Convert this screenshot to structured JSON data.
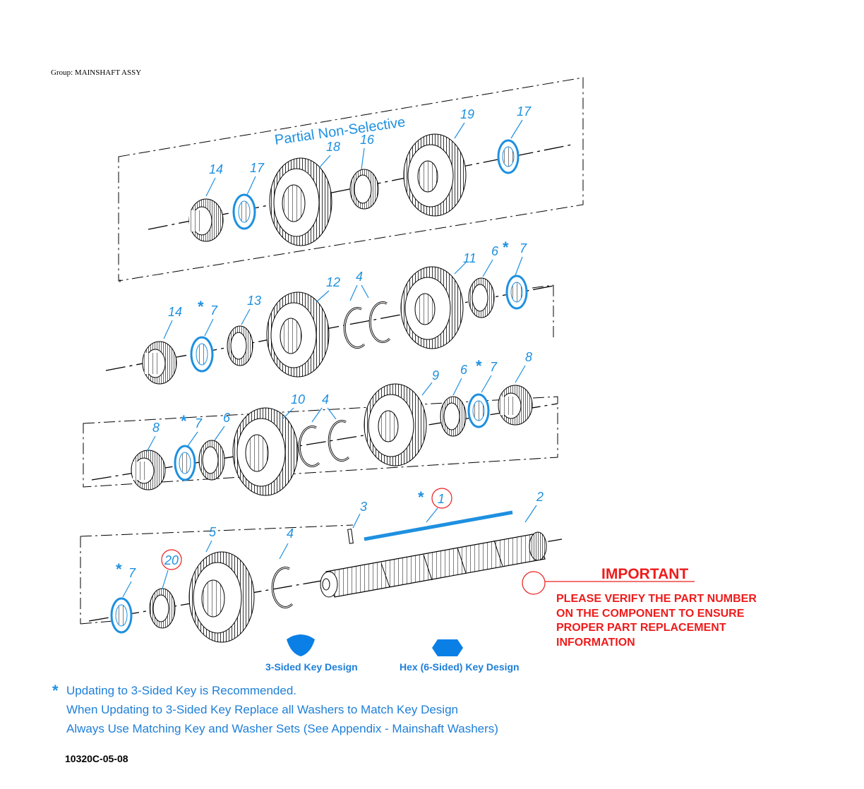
{
  "group_label": "Group: MAINSHAFT ASSY",
  "section_title": "Partial Non-Selective",
  "callouts": {
    "r1_14": "14",
    "r1_17a": "17",
    "r1_18": "18",
    "r1_16": "16",
    "r1_19": "19",
    "r1_17b": "17",
    "r2_14": "14",
    "r2_7a": "7",
    "r2_13": "13",
    "r2_12": "12",
    "r2_4": "4",
    "r2_11": "11",
    "r2_6": "6",
    "r2_7b": "7",
    "r3_8a": "8",
    "r3_7a": "7",
    "r3_6a": "6",
    "r3_10": "10",
    "r3_4": "4",
    "r3_9": "9",
    "r3_6b": "6",
    "r3_7b": "7",
    "r3_8b": "8",
    "r4_7": "7",
    "r4_20": "20",
    "r4_5": "5",
    "r4_4": "4",
    "r4_3": "3",
    "r4_1": "1",
    "r4_2": "2"
  },
  "star_symbol": "*",
  "important": {
    "title": "IMPORTANT",
    "lines": [
      "PLEASE VERIFY THE PART NUMBER",
      "ON THE COMPONENT TO ENSURE",
      "PROPER PART REPLACEMENT",
      "INFORMATION"
    ]
  },
  "key_designs": {
    "three_sided": "3-Sided Key Design",
    "hex": "Hex (6-Sided) Key Design"
  },
  "notes": [
    "Updating to 3-Sided Key is Recommended.",
    "When Updating to 3-Sided Key Replace all Washers to Match Key Design",
    "Always Use Matching Key and Washer Sets (See Appendix - Mainshaft Washers)"
  ],
  "figure_id": "10320C-05-08",
  "colors": {
    "callout_blue": "#1e90e0",
    "important_red": "#ee1c1c",
    "key_blue": "#0a7fe6"
  }
}
